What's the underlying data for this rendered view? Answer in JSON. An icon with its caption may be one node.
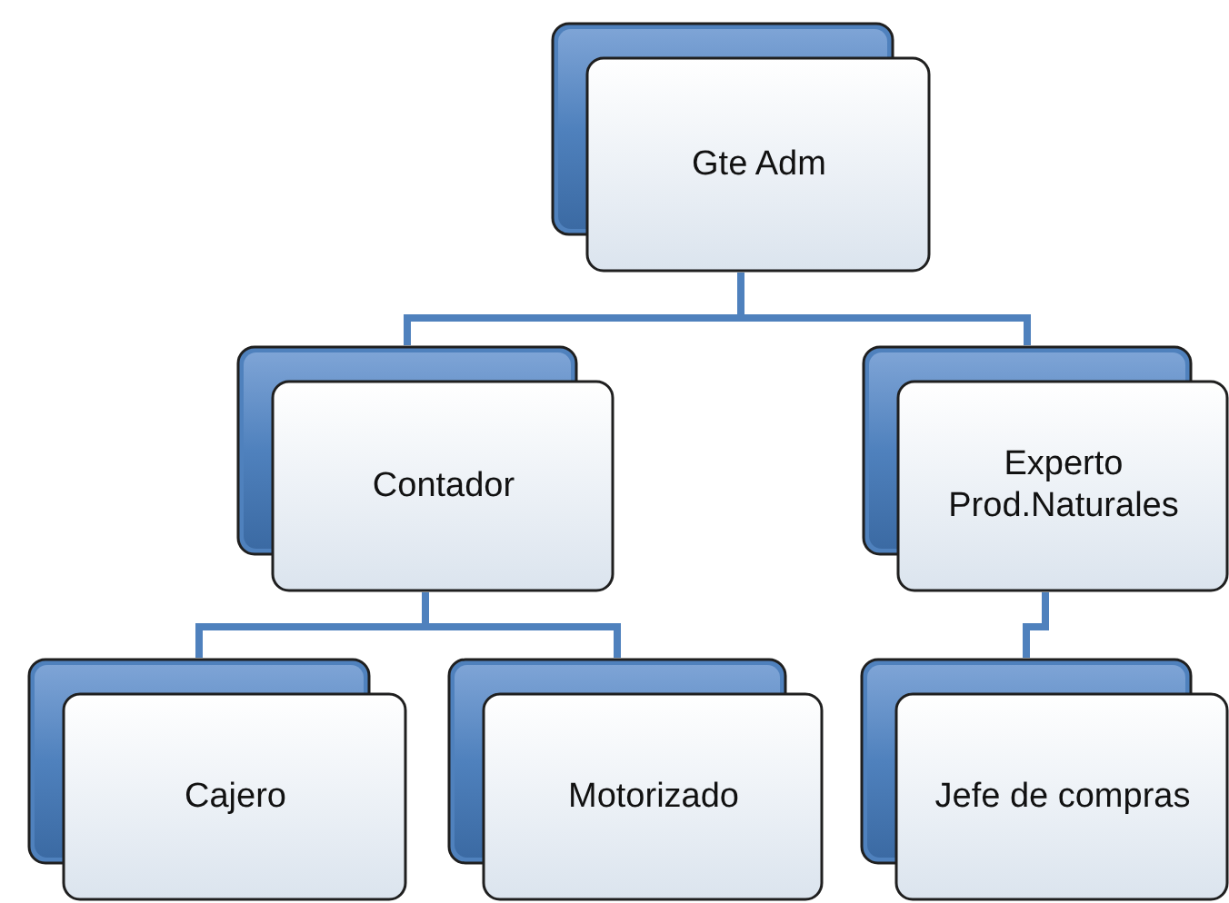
{
  "diagram": {
    "nodes": [
      {
        "text": [
          "Gte Adm"
        ]
      },
      {
        "text": [
          "Contador"
        ]
      },
      {
        "text": [
          "Experto Prod.Naturales"
        ]
      },
      {
        "text": [
          "Cajero"
        ]
      },
      {
        "text": [
          "Motorizado"
        ]
      },
      {
        "text": [
          "Jefe de compras"
        ]
      }
    ],
    "edges": [
      {
        "from": 0,
        "to": 1,
        "arrow": "none"
      },
      {
        "from": 0,
        "to": 2,
        "arrow": "none"
      },
      {
        "from": 1,
        "to": 3,
        "arrow": "none"
      },
      {
        "from": 1,
        "to": 4,
        "arrow": "none"
      },
      {
        "from": 2,
        "to": 5,
        "arrow": "none"
      }
    ]
  }
}
